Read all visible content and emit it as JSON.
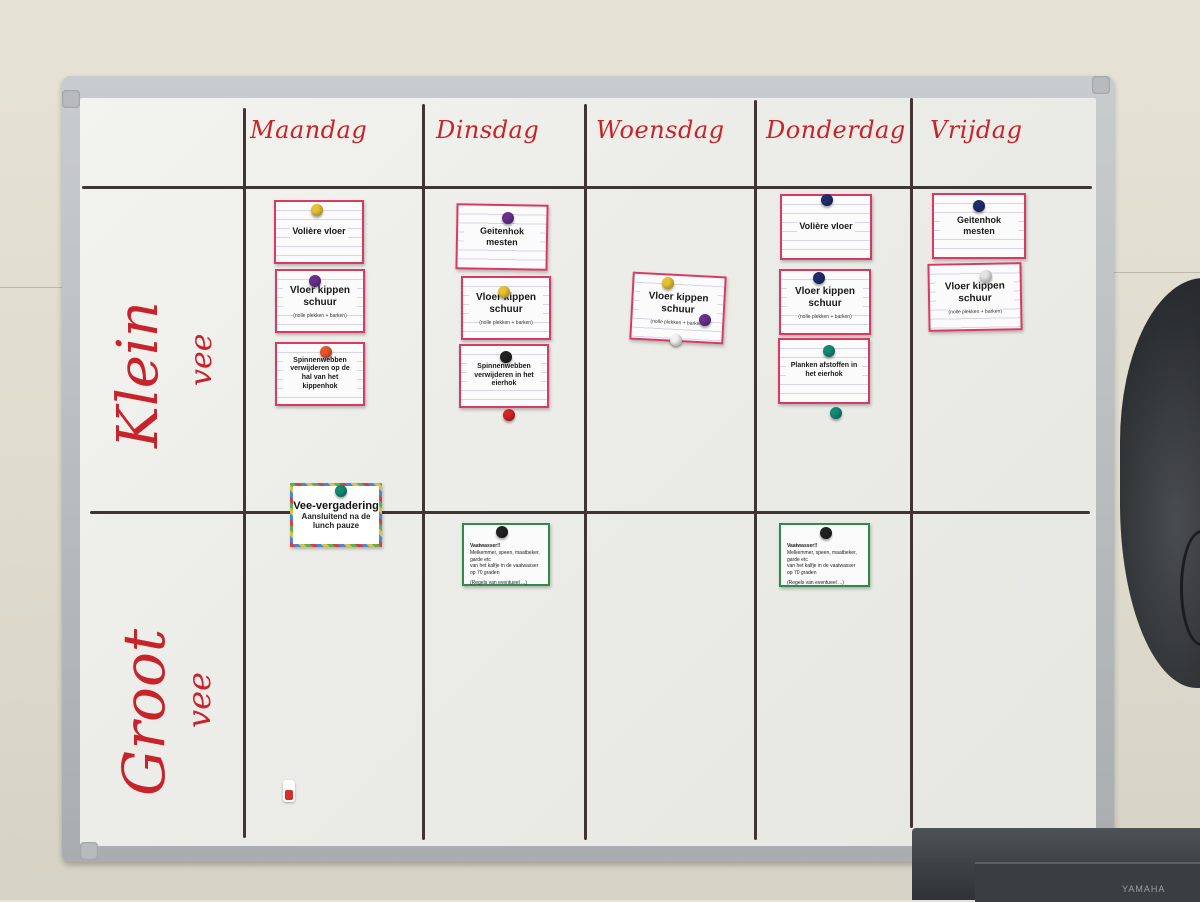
{
  "days": [
    "Maandag",
    "Dinsdag",
    "Woensdag",
    "Donderdag",
    "Vrijdag"
  ],
  "rows": {
    "small": {
      "word": "Klein",
      "sub": "vee"
    },
    "large": {
      "word": "Groot",
      "sub": "vee"
    }
  },
  "cards": {
    "mon1": {
      "title": "Volière vloer"
    },
    "mon2": {
      "title": "Vloer kippen schuur",
      "sub": "(nolle plekken + barken)"
    },
    "mon3": {
      "title": "Spinnenwebben verwijderen op de hal van het kippenhok"
    },
    "tue1": {
      "title": "Geitenhok mesten"
    },
    "tue2": {
      "title": "Vloer kippen schuur",
      "sub": "(nolle plekken + barken)"
    },
    "tue3": {
      "title": "Spinnenwebben verwijderen in het eierhok"
    },
    "wed1": {
      "title": "Vloer kippen schuur",
      "sub": "(nolle plekken + barken)"
    },
    "thu1": {
      "title": "Volière vloer"
    },
    "thu2": {
      "title": "Vloer kippen schuur",
      "sub": "(nolle plekken + barken)"
    },
    "thu3": {
      "title": "Planken afstoffen in het eierhok"
    },
    "fri1": {
      "title": "Geitenhok mesten"
    },
    "fri2": {
      "title": "Vloer kippen schuur",
      "sub": "(nolle plekken + barken)"
    }
  },
  "meeting": {
    "title": "Vee-vergadering",
    "sub": "Aansluitend na de lunch pauze"
  },
  "green_cards": {
    "tue": {
      "heading": "Vaatwasser!!",
      "line1": "Melkemmer, speen, maatbeker, garde etc",
      "line2": "van het kalfje in de vaatwasser op 70 graden",
      "line3": "(Regels van eventueel ...)"
    },
    "thu": {
      "heading": "Vaatwasser!!",
      "line1": "Melkemmer, speen, maatbeker, garde etc",
      "line2": "van het kalfje in de vaatwasser op 70 graden",
      "line3": "(Regels van eventueel ...)"
    }
  },
  "brand": "YAMAHA",
  "colors": {
    "ink_red": "#c8232a",
    "card_border": "#d93a63",
    "card_green": "#2e8b4a"
  }
}
